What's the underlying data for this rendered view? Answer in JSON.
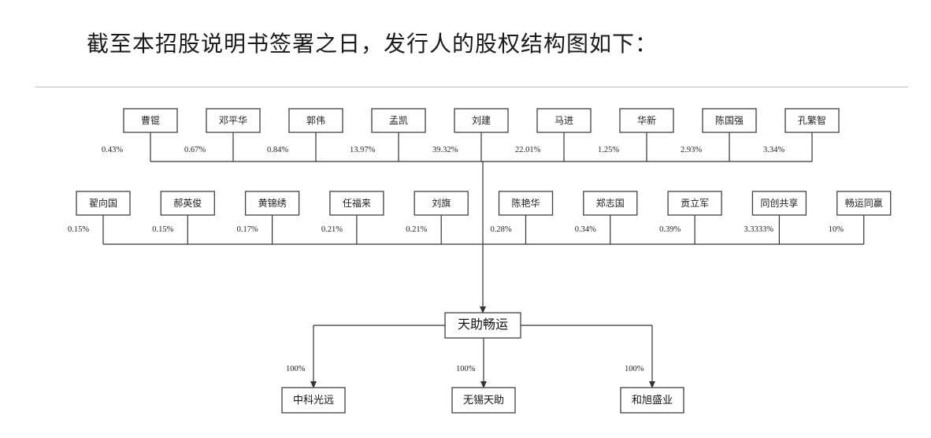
{
  "heading": "截至本招股说明书签署之日，发行人的股权结构图如下：",
  "row1": [
    {
      "name": "曹锟",
      "pct": "0.43%"
    },
    {
      "name": "邓平华",
      "pct": "0.67%"
    },
    {
      "name": "郭伟",
      "pct": "0.84%"
    },
    {
      "name": "孟凯",
      "pct": "13.97%"
    },
    {
      "name": "刘建",
      "pct": "39.32%"
    },
    {
      "name": "马进",
      "pct": "22.01%"
    },
    {
      "name": "华新",
      "pct": "1.25%"
    },
    {
      "name": "陈国强",
      "pct": "2.93%"
    },
    {
      "name": "孔繁智",
      "pct": "3.34%"
    }
  ],
  "row2": [
    {
      "name": "翟向国",
      "pct": "0.15%"
    },
    {
      "name": "郝英俊",
      "pct": "0.15%"
    },
    {
      "name": "黄锦绣",
      "pct": "0.17%"
    },
    {
      "name": "任福来",
      "pct": "0.21%"
    },
    {
      "name": "刘旗",
      "pct": "0.21%"
    },
    {
      "name": "陈艳华",
      "pct": "0.28%"
    },
    {
      "name": "郑志国",
      "pct": "0.34%"
    },
    {
      "name": "贡立军",
      "pct": "0.39%"
    },
    {
      "name": "同创共享",
      "pct": "3.3333%"
    },
    {
      "name": "畅运同赢",
      "pct": "10%"
    }
  ],
  "issuer": "天助畅运",
  "subsidiaries": [
    {
      "name": "中科光远",
      "pct": "100%"
    },
    {
      "name": "无锡天助",
      "pct": "100%"
    },
    {
      "name": "和旭盛业",
      "pct": "100%"
    }
  ]
}
